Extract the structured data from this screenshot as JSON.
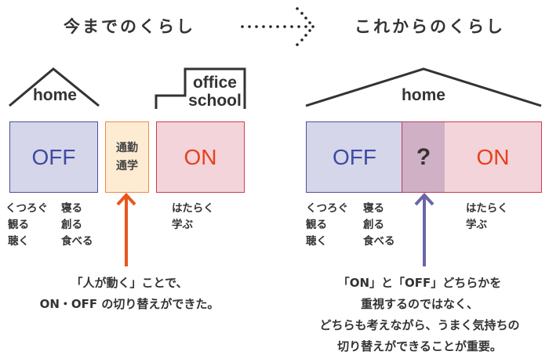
{
  "titles": {
    "before": "今までのくらし",
    "after": "これからのくらし"
  },
  "before": {
    "home_label": "home",
    "office_label_1": "office",
    "office_label_2": "school",
    "off_label": "OFF",
    "commute_label_1": "通勤",
    "commute_label_2": "通学",
    "on_label": "ON",
    "off_activities_col1": [
      "くつろぐ",
      "観る",
      "聴く"
    ],
    "off_activities_col2": [
      "寝る",
      "創る",
      "食べる"
    ],
    "on_activities": [
      "はたらく",
      "学ぶ"
    ],
    "message": [
      "「人が動く」ことで、",
      "ON・OFF の切り替えができた。"
    ]
  },
  "after": {
    "home_label": "home",
    "off_label": "OFF",
    "middle_label": "?",
    "on_label": "ON",
    "off_activities_col1": [
      "くつろぐ",
      "観る",
      "聴く"
    ],
    "off_activities_col2": [
      "寝る",
      "創る",
      "食べる"
    ],
    "on_activities": [
      "はたらく",
      "学ぶ"
    ],
    "message": [
      "「ON」と「OFF」どちらかを",
      "重視するのではなく、",
      "どちらも考えながら、うまく気持ちの",
      "切り替えができることが重要。"
    ]
  },
  "colors": {
    "off_fill": "#d5d6ea",
    "off_border": "#4b4f9d",
    "off_text": "#3f4aa0",
    "on_fill": "#f3d4da",
    "on_border": "#d2394e",
    "on_text": "#e8401c",
    "commute_fill": "#fdebd2",
    "commute_border": "#f08a4b",
    "mid_fill": "#d0b0c4",
    "orange_arrow": "#e8561c",
    "purple_arrow": "#6a66a8"
  }
}
